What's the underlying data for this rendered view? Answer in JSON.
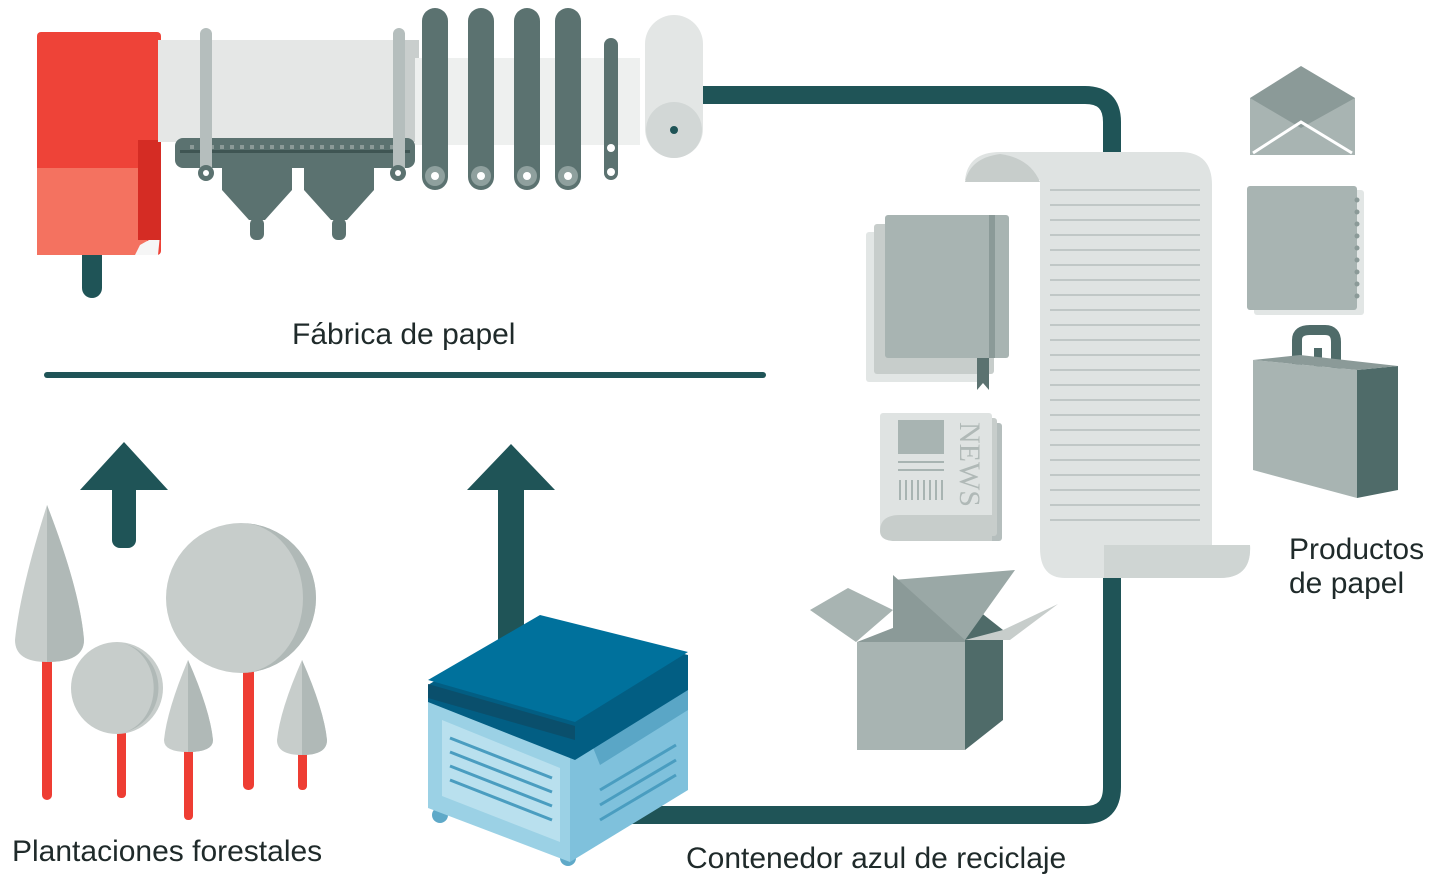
{
  "labels": {
    "paper_mill": "Fábrica de papel",
    "forest_plantations": "Plantaciones forestales",
    "recycling_bin": "Contenedor azul de reciclaje",
    "paper_products_line1": "Productos",
    "paper_products_line2": "de papel"
  },
  "newspaper_text": "NEWS",
  "colors": {
    "flow_line": "#1f5457",
    "mill_red": "#ee4338",
    "bin_blue": "#00719c",
    "bin_light": "#8ccbe3",
    "product_gray": "#a8b4b2",
    "tree_trunk": "#ee3d33"
  }
}
